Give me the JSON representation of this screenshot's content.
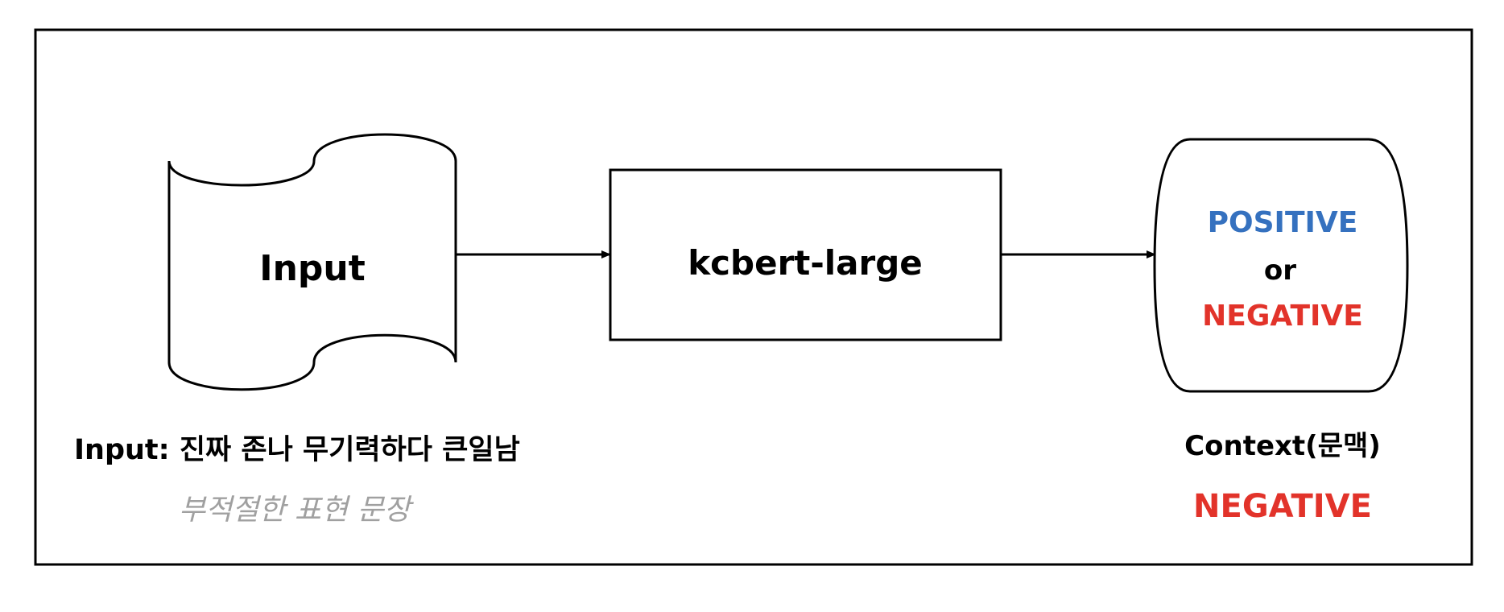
{
  "diagram": {
    "input_shape_label": "Input",
    "model_label": "kcbert-large",
    "output_labels": {
      "positive": "POSITIVE",
      "or": "or",
      "negative": "NEGATIVE"
    },
    "input_caption": "Input: 진짜 존나 무기력하다 큰일남",
    "input_note": "부적절한 표현 문장",
    "context_caption": "Context(문맥)",
    "context_result": "NEGATIVE"
  },
  "colors": {
    "positive": "#3571bf",
    "negative": "#e2332a",
    "note": "#a0a0a0",
    "stroke": "#000000"
  }
}
